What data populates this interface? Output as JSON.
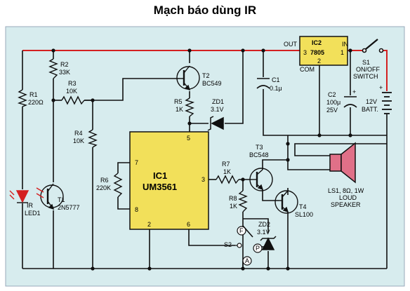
{
  "title": "Mạch báo dùng IR",
  "colors": {
    "board": "#d7ecee",
    "rail": "#d42020",
    "wire": "#101010",
    "ic": "#f2e05a",
    "speaker": "#e07088"
  },
  "components": {
    "ic1": {
      "name": "IC1",
      "part": "UM3561",
      "pin7": "7",
      "pin8": "8",
      "pin5": "5",
      "pin3": "3",
      "pin2": "2",
      "pin6": "6"
    },
    "ic2": {
      "name": "IC2",
      "part": "7805",
      "pin3": "3",
      "pin1": "1",
      "pin2": "2",
      "out": "OUT",
      "in": "IN",
      "com": "COM"
    },
    "r1": {
      "name": "R1",
      "value": "220Ω"
    },
    "r2": {
      "name": "R2",
      "value": "33K"
    },
    "r3": {
      "name": "R3",
      "value": "10K"
    },
    "r4": {
      "name": "R4",
      "value": "10K"
    },
    "r5": {
      "name": "R5",
      "value": "1K"
    },
    "r6": {
      "name": "R6",
      "value": "220K"
    },
    "r7": {
      "name": "R7",
      "value": "1K"
    },
    "r8": {
      "name": "R8",
      "value": "1K"
    },
    "c1": {
      "name": "C1",
      "value": "0.1μ"
    },
    "c2": {
      "name": "C2",
      "value1": "100μ",
      "value2": "25V"
    },
    "t1": {
      "name": "T1",
      "part": "2N5777"
    },
    "t2": {
      "name": "T2",
      "part": "BC549"
    },
    "t3": {
      "name": "T3",
      "part": "BC548"
    },
    "t4": {
      "name": "T4",
      "part": "SL100"
    },
    "zd1": {
      "name": "ZD1",
      "value": "3.1V"
    },
    "zd2": {
      "name": "ZD2",
      "value": "3.1V"
    },
    "led": {
      "name1": "IR",
      "name2": "LED1"
    },
    "s1": {
      "name": "S1",
      "line2": "ON/OFF",
      "line3": "SWITCH"
    },
    "s2": {
      "name": "S2",
      "pos_f": "F",
      "pos_p": "P",
      "pos_a": "A"
    },
    "batt": {
      "value": "12V",
      "name": "BATT."
    },
    "speaker": {
      "line1": "LS1, 8Ω, 1W",
      "line2": "LOUD",
      "line3": "SPEAKER"
    }
  }
}
